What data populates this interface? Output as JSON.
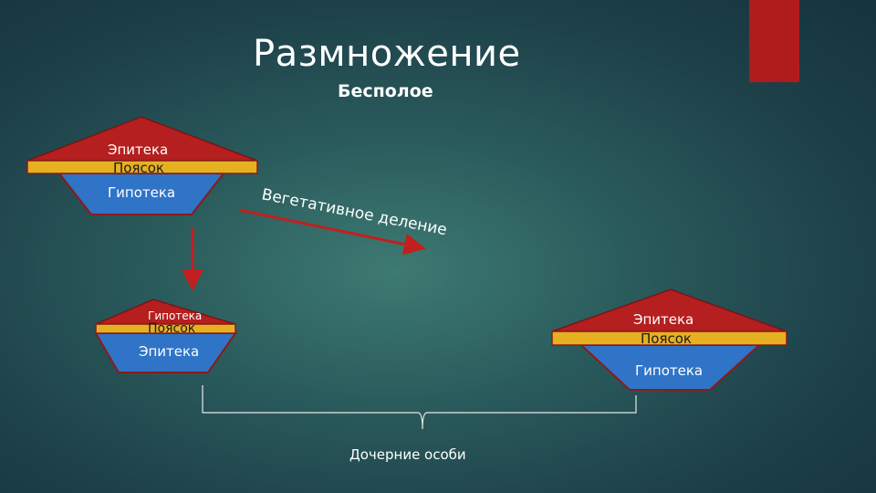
{
  "slide": {
    "title": "Размножение",
    "subtitle": "Бесполое",
    "accent_color": "#b01c1c"
  },
  "colors": {
    "epitheca": "#b51f1f",
    "girdle": "#e6b121",
    "hypotheca": "#2f74c6",
    "outline": "#8b1a1a",
    "arrow": "#c21f1f"
  },
  "cells": {
    "parent": {
      "top_label": "Эпитека",
      "belt_label": "Поясок",
      "bottom_label": "Гипотека"
    },
    "daughter_left": {
      "top_label": "Гипотека",
      "belt_label": "Поясок",
      "bottom_label": "Эпитека"
    },
    "daughter_right": {
      "top_label": "Эпитека",
      "belt_label": "Поясок",
      "bottom_label": "Гипотека"
    }
  },
  "process_label": "Вегетативное деление",
  "brace_label": "Дочерние особи"
}
